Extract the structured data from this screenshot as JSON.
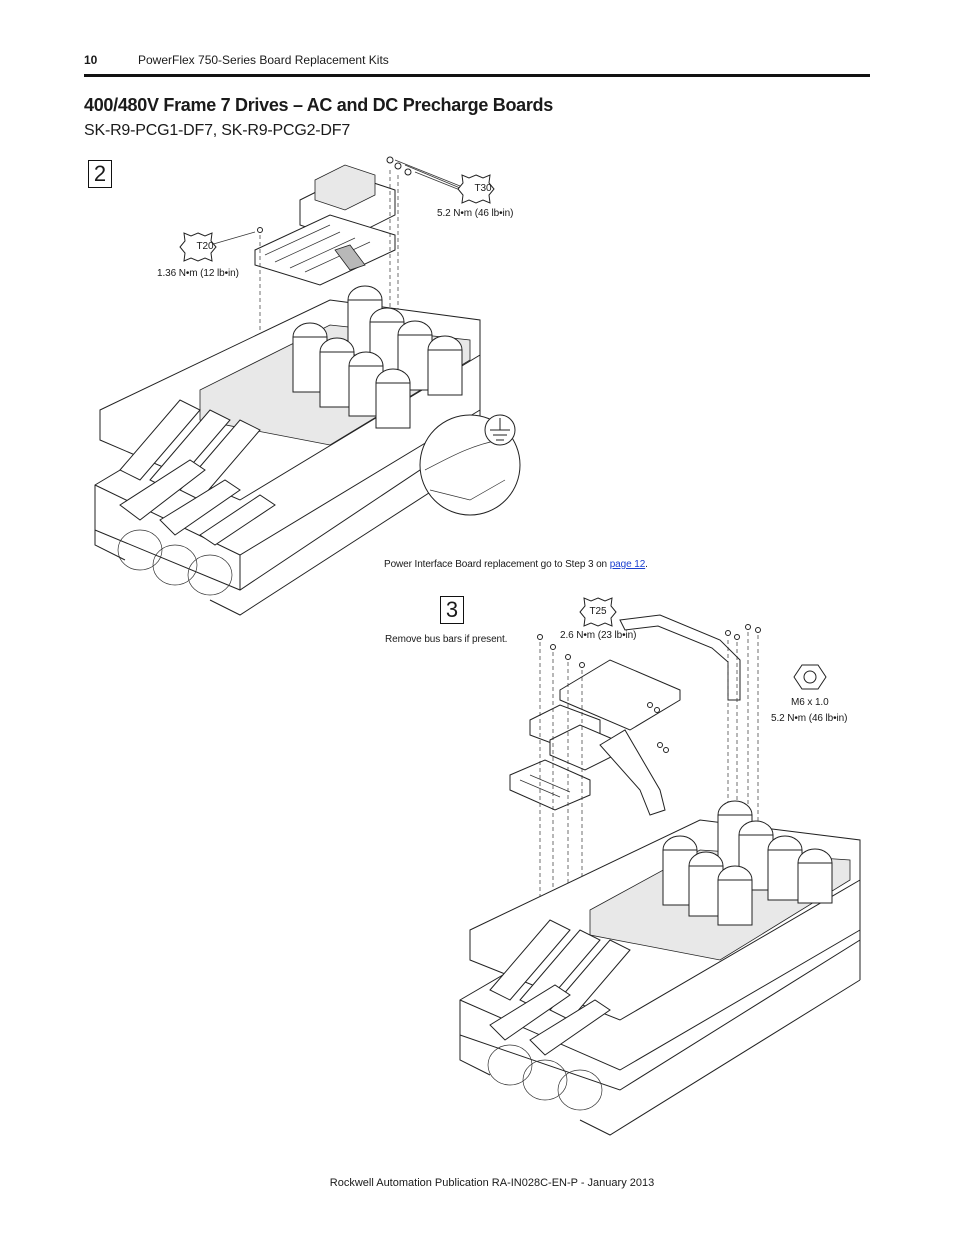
{
  "header": {
    "page_number": "10",
    "document_title": "PowerFlex 750-Series Board Replacement Kits"
  },
  "section": {
    "title": "400/480V Frame 7 Drives – AC and DC Precharge Boards",
    "subtitle": "SK-R9-PCG1-DF7, SK-R9-PCG2-DF7"
  },
  "step2": {
    "number": "2",
    "t30_label": "T30",
    "t30_torque": "5.2 N•m (46 lb•in)",
    "t20_label": "T20",
    "t20_torque": "1.36 N•m (12 lb•in)",
    "note_prefix": "Power Interface Board replacement go to Step 3 on ",
    "note_link": "page 12",
    "note_suffix": "."
  },
  "step3": {
    "number": "3",
    "note": "Remove bus bars if present.",
    "t25_label": "T25",
    "t25_torque": "2.6 N•m (23 lb•in)",
    "nut_size": "M6 x 1.0",
    "nut_torque": "5.2 N•m (46 lb•in)"
  },
  "footer": {
    "publication": "Rockwell Automation Publication RA-IN028C-EN-P - January 2013"
  }
}
